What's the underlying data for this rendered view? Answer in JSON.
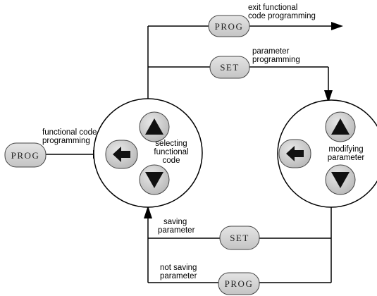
{
  "colors": {
    "line": "#000000",
    "key_fill": "#d6d6d6",
    "key_stroke": "#444444",
    "arrow_glyph": "#111111"
  },
  "keys": {
    "prog_top": "PROG",
    "set_top": "SET",
    "prog_left": "PROG",
    "set_bottom": "SET",
    "prog_bottom": "PROG"
  },
  "labels": {
    "exit_line1": "exit functional",
    "exit_line2": "code programming",
    "param_prog_line1": "parameter",
    "param_prog_line2": "programming",
    "func_code_line1": "functional code",
    "func_code_line2": "programming",
    "selecting_line1": "selecting",
    "selecting_line2": "functional",
    "selecting_line3": "code",
    "modifying_line1": "modifying",
    "modifying_line2": "parameter",
    "saving_line1": "saving",
    "saving_line2": "parameter",
    "not_saving_line1": "not saving",
    "not_saving_line2": "parameter"
  },
  "icons": {
    "up": "triangle-up-icon",
    "down": "triangle-down-icon",
    "left": "left-arrow-icon"
  }
}
